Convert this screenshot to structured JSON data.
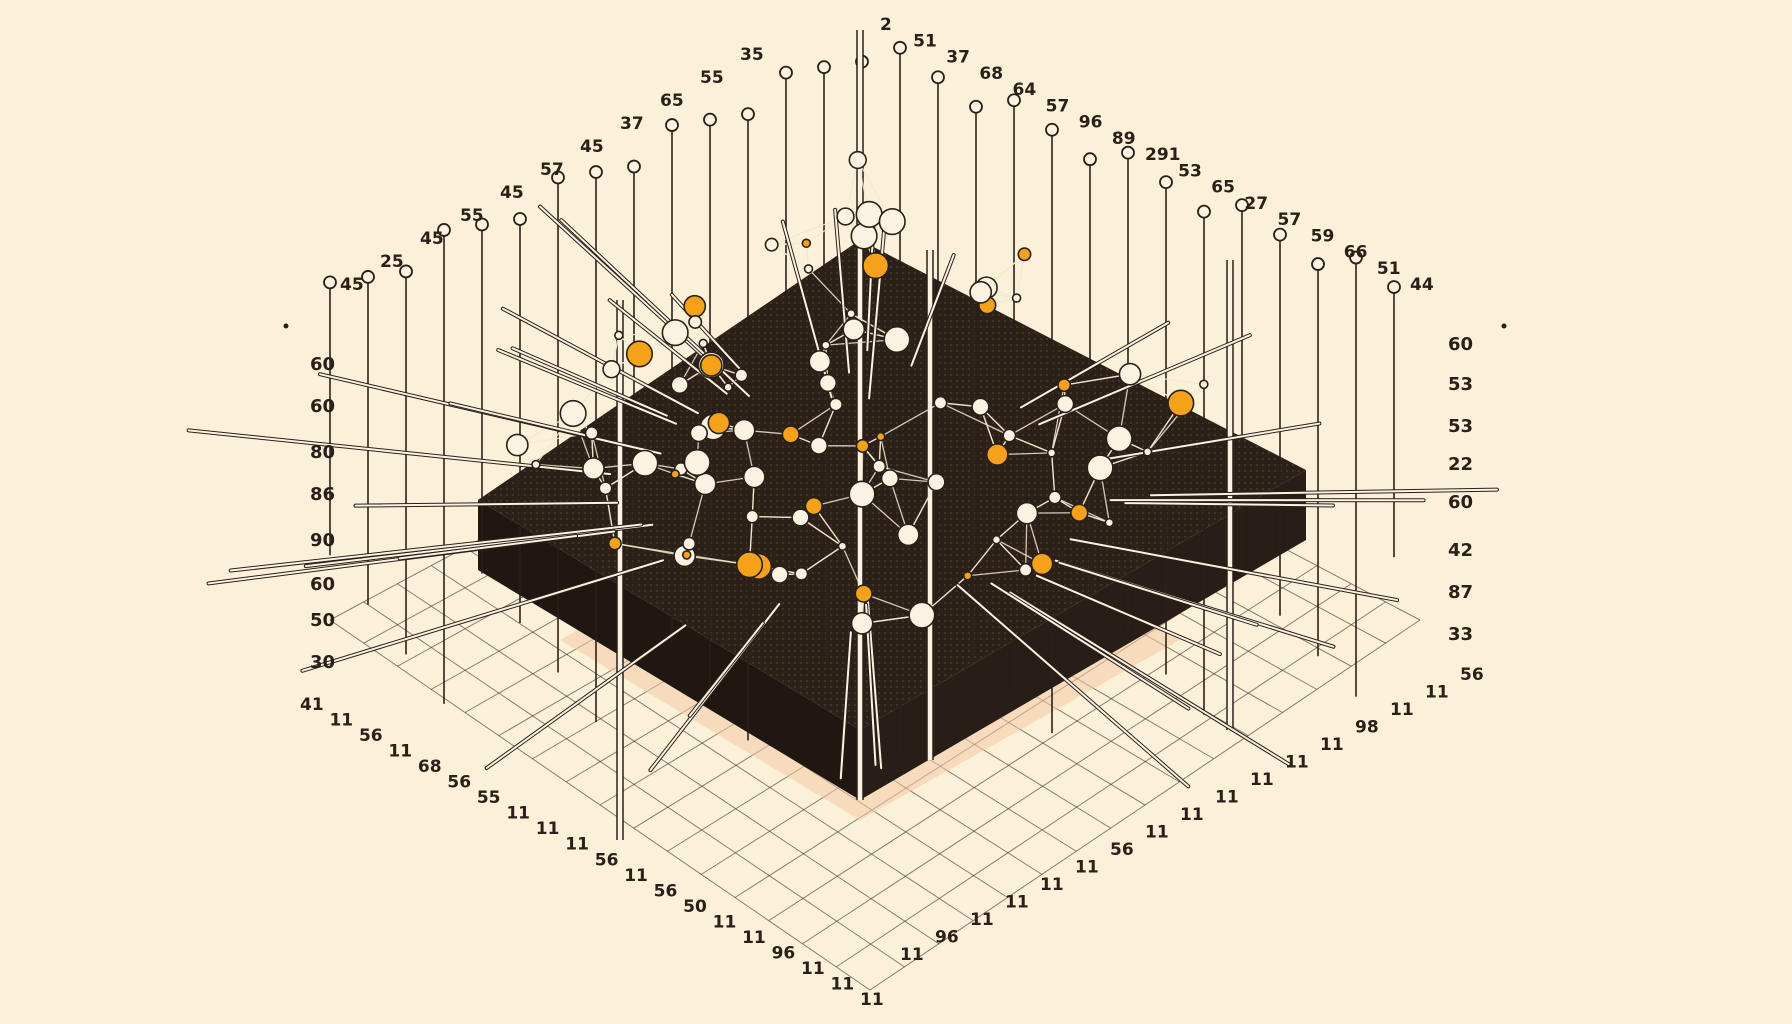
{
  "colors": {
    "background": "#fbf1d9",
    "ink": "#2a201a",
    "slab": "#2b2119",
    "node_light": "#fbf3e2",
    "node_accent": "#f5a21a"
  },
  "labels": {
    "left_axis": [
      "60",
      "60",
      "80",
      "86",
      "90",
      "60",
      "50",
      "30"
    ],
    "right_axis": [
      "60",
      "53",
      "53",
      "22",
      "60",
      "42",
      "87",
      "33"
    ],
    "top_left_edge": [
      "45",
      "25",
      "45",
      "55",
      "45",
      "57",
      "45",
      "37",
      "65",
      "55",
      "35"
    ],
    "top_right_edge": [
      "2",
      "51",
      "37",
      "68",
      "64",
      "57",
      "96",
      "89",
      "291",
      "53",
      "65",
      "27",
      "57",
      "59",
      "66",
      "51",
      "44"
    ],
    "bottom_left_edge": [
      "41",
      "11",
      "56",
      "11",
      "68",
      "56",
      "55",
      "11",
      "11",
      "11",
      "56",
      "11",
      "56",
      "50",
      "11",
      "11",
      "96",
      "11",
      "11",
      "11"
    ],
    "bottom_right_edge": [
      "11",
      "96",
      "11",
      "11",
      "11",
      "11",
      "56",
      "11",
      "11",
      "11",
      "11",
      "11",
      "11",
      "98",
      "11",
      "11",
      "56"
    ]
  }
}
